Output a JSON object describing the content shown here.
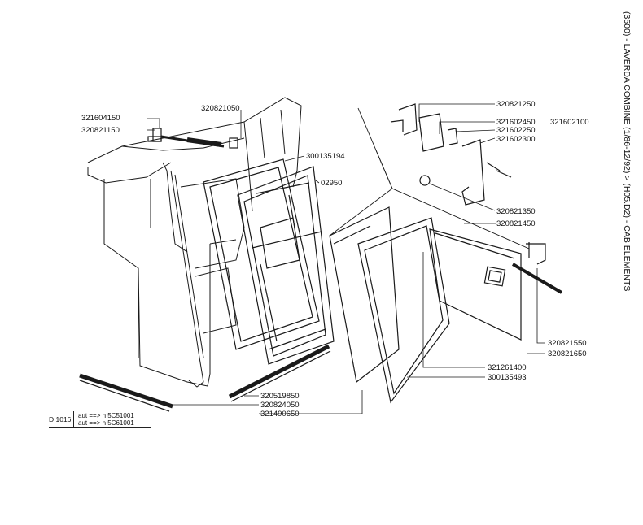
{
  "side_title": "(3500) - LAVERDA COMBINE (1/86-12/92) > (H05.D2) - CAB ELEMENTS",
  "reference": {
    "diagram_code": "D 1016",
    "rows": [
      "aut ==> n 5C51001",
      "aut ==> n 5C61001"
    ]
  },
  "part_numbers": {
    "p321604150": "321604150",
    "p320821150": "320821150",
    "p320821050": "320821050",
    "p300135194": "300135194",
    "p02950": "02950",
    "p320821250": "320821250",
    "p321602450": "321602450",
    "p321602100": "321602100",
    "p321602250": "321602250",
    "p321602300": "321602300",
    "p320821350": "320821350",
    "p320821450": "320821450",
    "p320821550": "320821550",
    "p320821650": "320821650",
    "p321261400": "321261400",
    "p300135493": "300135493",
    "p320519850": "320519850",
    "p320824050": "320824050",
    "p321490650": "321490650"
  }
}
